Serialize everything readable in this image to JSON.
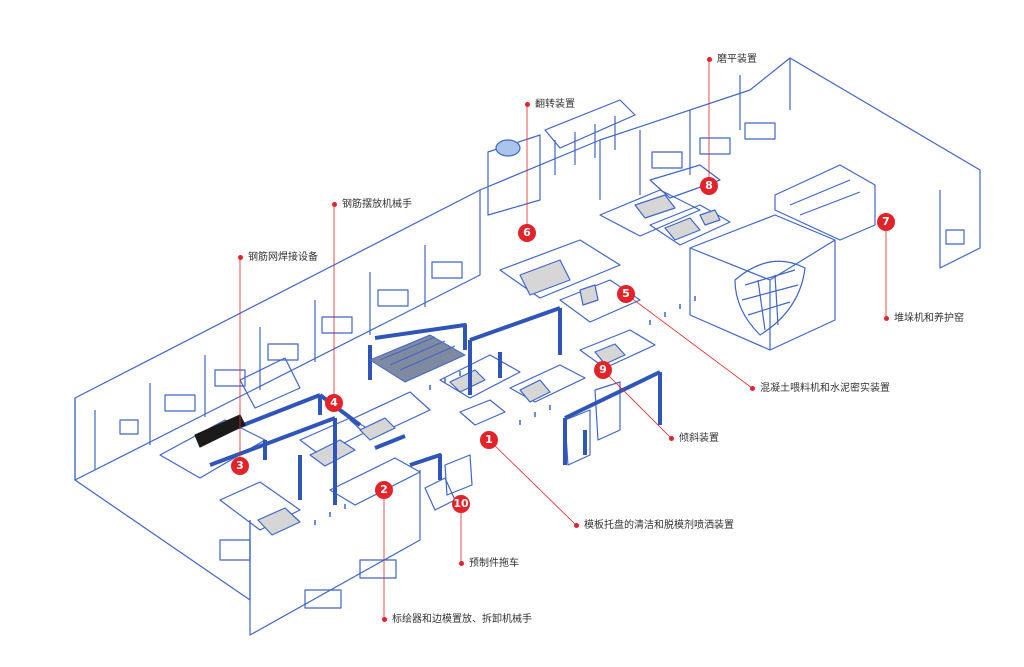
{
  "callouts": [
    {
      "id": "1",
      "label": "模板托盘的清洁和脱模剂喷洒装置"
    },
    {
      "id": "2",
      "label": "标绘器和边模置放、拆卸机械手"
    },
    {
      "id": "3",
      "label": "钢筋网焊接设备"
    },
    {
      "id": "4",
      "label": "钢筋摆放机械手"
    },
    {
      "id": "5",
      "label": "混凝土喂料机和水泥密实装置"
    },
    {
      "id": "6",
      "label": "翻转装置"
    },
    {
      "id": "7",
      "label": "堆垛机和养护窑"
    },
    {
      "id": "8",
      "label": "磨平装置"
    },
    {
      "id": "9",
      "label": "倾斜装置"
    },
    {
      "id": "10",
      "label": "预制件拖车"
    }
  ],
  "colors": {
    "accent": "#e2232a",
    "line": "#3b63c4",
    "frame": "#2f55b8"
  }
}
